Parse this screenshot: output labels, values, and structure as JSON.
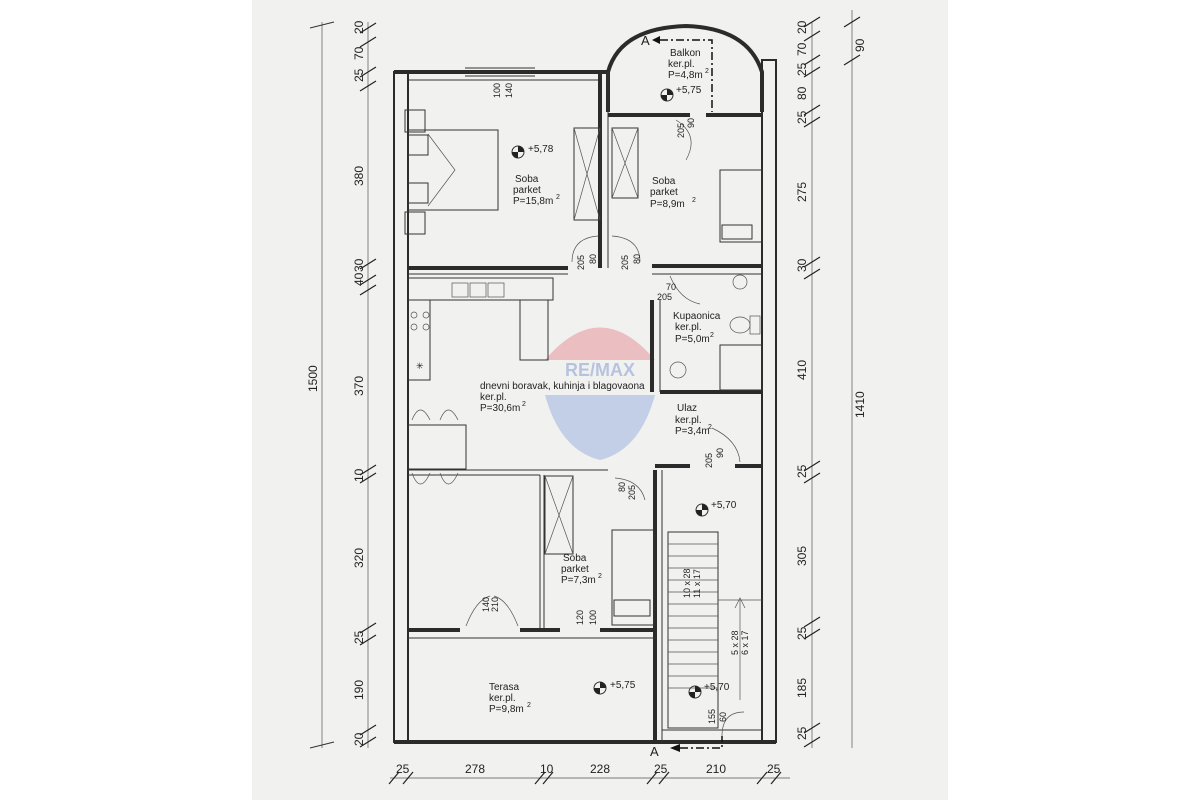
{
  "watermark": "RE/MAX",
  "rooms": {
    "balkon": {
      "name": "Balkon",
      "floor": "ker.pl.",
      "area": "P=4,8m",
      "sup": "2",
      "level": "+5,75"
    },
    "soba1": {
      "name": "Soba",
      "floor": "parket",
      "area": "P=15,8m",
      "sup": "2",
      "level": "+5,78"
    },
    "soba2": {
      "name": "Soba",
      "floor": "parket",
      "area": "P=8,9m",
      "sup": "2"
    },
    "kupaonica": {
      "name": "Kupaonica",
      "floor": "ker.pl.",
      "area": "P=5,0m",
      "sup": "2"
    },
    "dnevni": {
      "name": "dnevni boravak, kuhinja i blagovaona",
      "floor": "ker.pl.",
      "area": "P=30,6m",
      "sup": "2"
    },
    "ulaz": {
      "name": "Ulaz",
      "floor": "ker.pl.",
      "area": "P=3,4m",
      "sup": "2"
    },
    "soba3": {
      "name": "Soba",
      "floor": "parket",
      "area": "P=7,3m",
      "sup": "2"
    },
    "terasa": {
      "name": "Terasa",
      "floor": "ker.pl.",
      "area": "P=9,8m",
      "sup": "2",
      "level": "+5,75"
    },
    "stair": {
      "level_top": "+5,70",
      "level_bottom": "+5,70"
    }
  },
  "section_marks": {
    "top": "A",
    "bottom": "A"
  },
  "left_dims": {
    "total": "1500",
    "segments": [
      "20",
      "70",
      "25",
      "380",
      "40",
      "30",
      "370",
      "10",
      "320",
      "25",
      "190",
      "20"
    ]
  },
  "right_dims": {
    "total": "1410",
    "outer": "90",
    "segments": [
      "20",
      "70",
      "25",
      "80",
      "25",
      "275",
      "30",
      "410",
      "25",
      "305",
      "25",
      "185",
      "25"
    ]
  },
  "bottom_dims": {
    "segments": [
      "25",
      "278",
      "10",
      "228",
      "25",
      "210",
      "25"
    ]
  },
  "door_labels": {
    "window_top": [
      "140",
      "100"
    ],
    "d_soba2": [
      "90",
      "205"
    ],
    "d_soba1": [
      "80",
      "205"
    ],
    "d_soba2b": [
      "205",
      "80"
    ],
    "d_kup": [
      "70",
      "205"
    ],
    "d_ulaz": [
      "90",
      "205"
    ],
    "d_soba3": [
      "80",
      "205"
    ],
    "d_terasa": [
      "140",
      "210"
    ],
    "d_soba3win": [
      "100",
      "120"
    ],
    "d_stair": [
      "155",
      "60"
    ]
  },
  "stair_labels": {
    "upper": [
      "10 x 28",
      "11 x 17"
    ],
    "lower": [
      "5 x 28",
      "6 x 17"
    ]
  }
}
